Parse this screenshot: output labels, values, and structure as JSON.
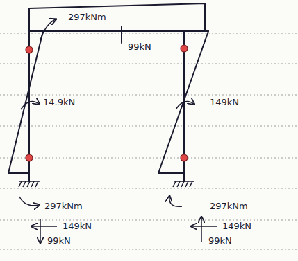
{
  "diagram": {
    "labels": [
      "297kNm",
      "99kN",
      "14.9kN",
      "149kN",
      "297kNm",
      "297kNm",
      "149kN",
      "99kN",
      "149kN",
      "99kN"
    ]
  }
}
